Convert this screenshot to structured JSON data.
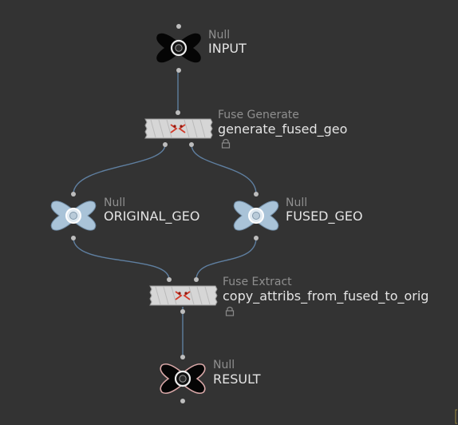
{
  "colors": {
    "background": "#333333",
    "wire": "#5f7fa0",
    "null_black": "#050505",
    "null_blue": "#a9c3d8",
    "result_outline": "#d9a8a8",
    "fuse_body": "#d6d6d6",
    "port": "#bdbdbd",
    "type_text": "#8f8f8f",
    "name_text": "#e4e4e4"
  },
  "nodes": {
    "input": {
      "type": "Null",
      "name": "INPUT"
    },
    "generate": {
      "type": "Fuse Generate",
      "name": "generate_fused_geo",
      "lock_icon": "lock-icon"
    },
    "original": {
      "type": "Null",
      "name": "ORIGINAL_GEO"
    },
    "fused": {
      "type": "Null",
      "name": "FUSED_GEO"
    },
    "extract": {
      "type": "Fuse Extract",
      "name": "copy_attribs_from_fused_to_orig",
      "lock_icon": "lock-icon"
    },
    "result": {
      "type": "Null",
      "name": "RESULT"
    }
  }
}
